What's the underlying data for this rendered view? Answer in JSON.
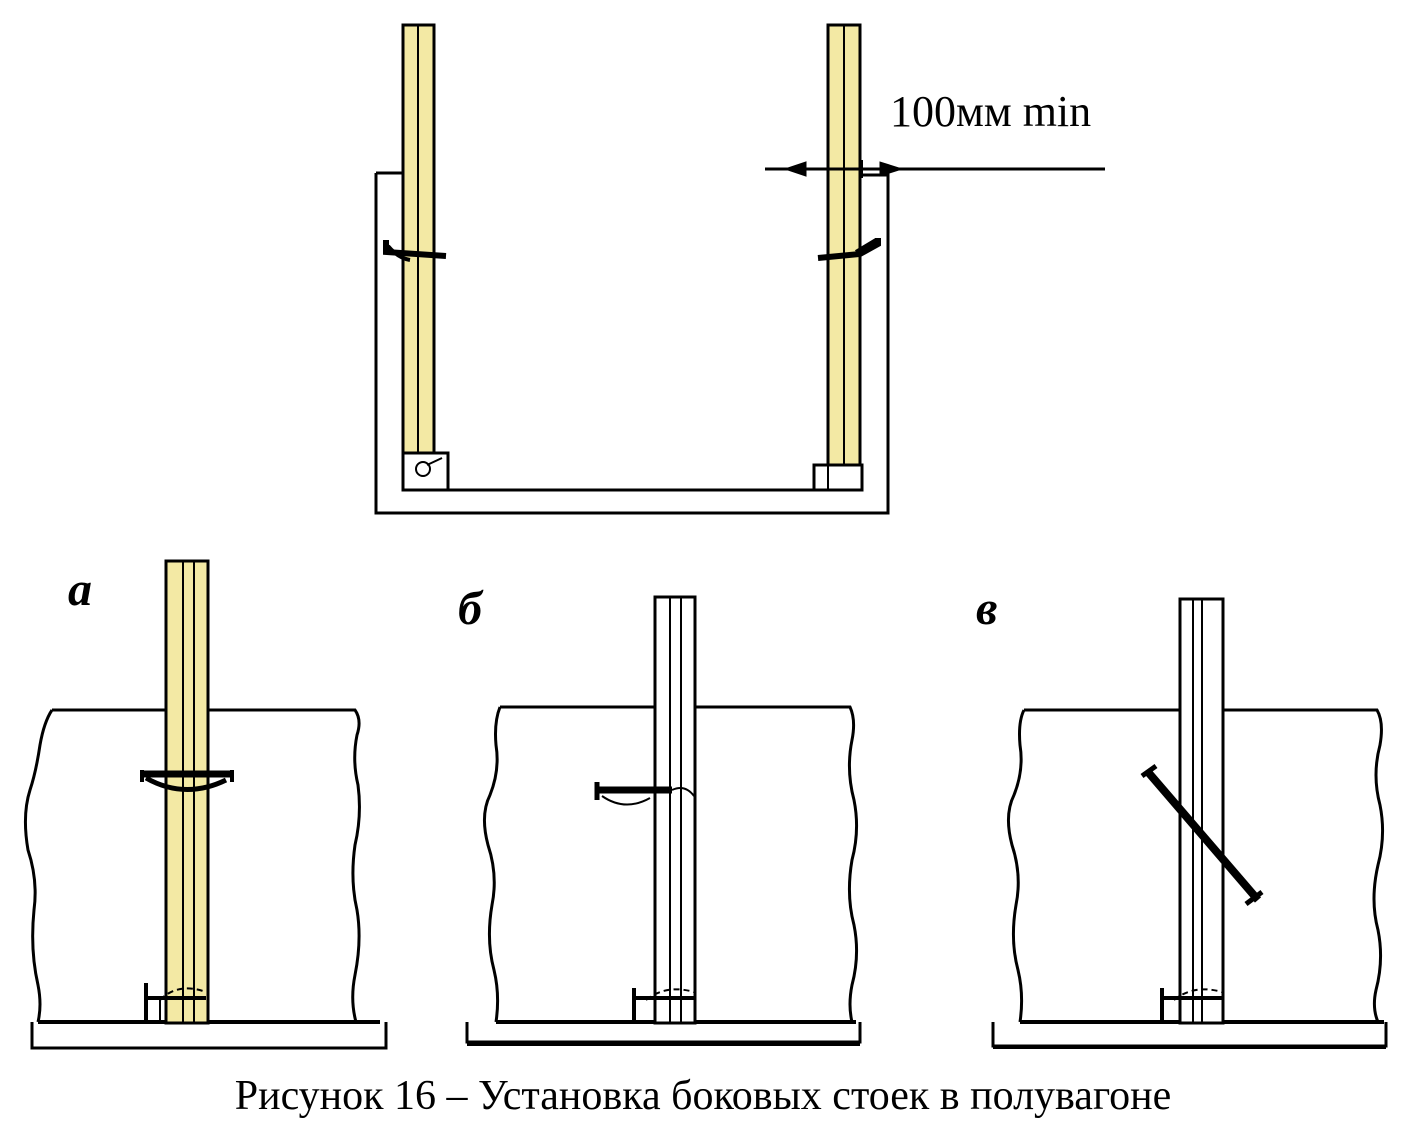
{
  "dimension_label": "100мм min",
  "panels": [
    {
      "letter": "а"
    },
    {
      "letter": "б"
    },
    {
      "letter": "в"
    }
  ],
  "caption": "Рисунок 16 – Установка боковых стоек в полувагоне",
  "colors": {
    "stake_fill": "#F3E9A4",
    "stroke": "#000000",
    "background": "#FFFFFF"
  }
}
